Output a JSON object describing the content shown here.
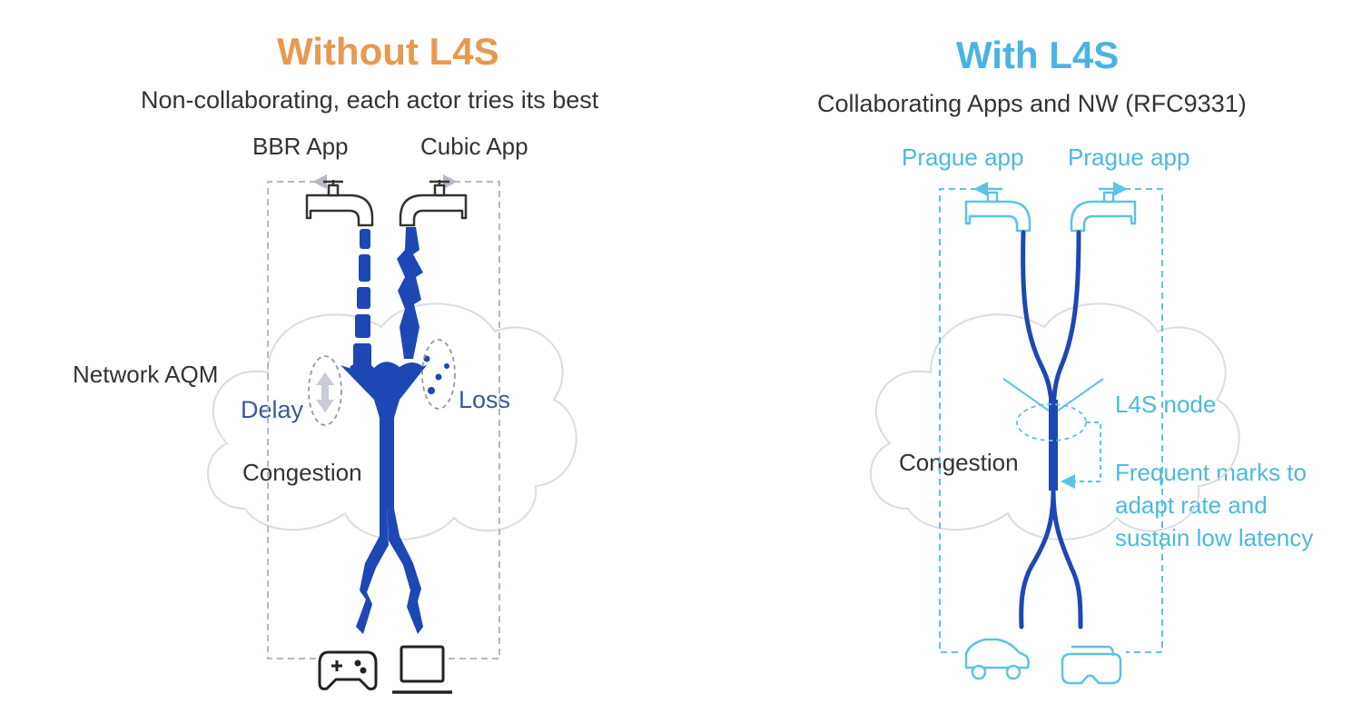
{
  "left": {
    "title": "Without L4S",
    "subtitle": "Non-collaborating, each actor tries its best",
    "app_left": "BBR App",
    "app_right": "Cubic App",
    "network_label": "Network AQM",
    "delay_label": "Delay",
    "loss_label": "Loss",
    "congestion_label": "Congestion",
    "device_left_icon": "gamepad-icon",
    "device_right_icon": "laptop-icon"
  },
  "right": {
    "title": "With L4S",
    "subtitle": "Collaborating Apps and NW (RFC9331)",
    "app_left": "Prague app",
    "app_right": "Prague app",
    "node_label": "L4S node",
    "congestion_label": "Congestion",
    "marks_line1": "Frequent marks to",
    "marks_line2": "adapt rate and",
    "marks_line3": "sustain low latency",
    "device_left_icon": "car-icon",
    "device_right_icon": "vr-headset-icon"
  },
  "colors": {
    "left_title": "#e8994f",
    "right_title": "#4ab3e6",
    "flow_blue": "#1d47b5",
    "cyan": "#5cc3e4",
    "delay_blue": "#3a5a9c"
  }
}
